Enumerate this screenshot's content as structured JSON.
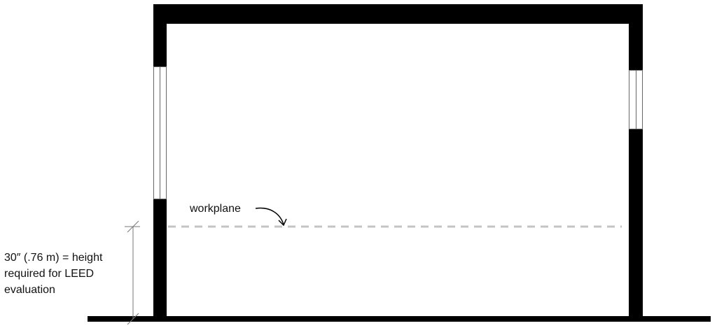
{
  "diagram": {
    "workplane_label": "workplane",
    "height_note": {
      "lines": [
        "30″ (.76 m) = height",
        "required for LEED",
        "evaluation"
      ]
    },
    "colors": {
      "wall": "#000000",
      "workplane_line": "#c4c4c4",
      "dimension_line": "#777777"
    }
  }
}
